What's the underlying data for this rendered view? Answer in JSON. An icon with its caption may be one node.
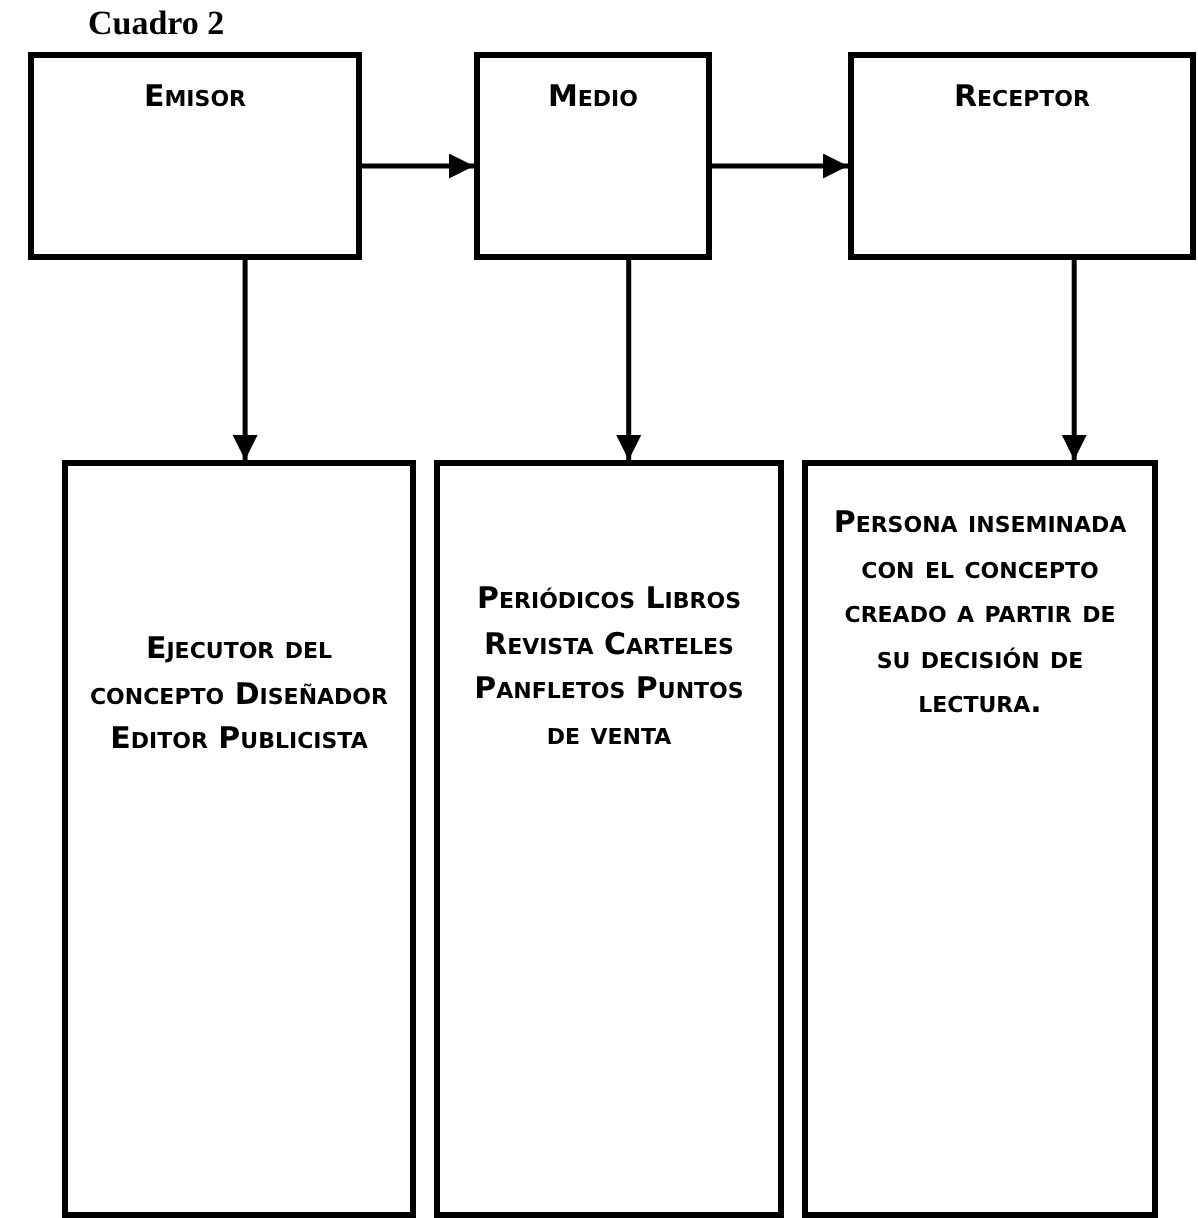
{
  "diagram": {
    "title": "Cuadro 2",
    "nodes": [
      {
        "text": [
          "Emisor"
        ]
      },
      {
        "text": [
          "Medio"
        ]
      },
      {
        "text": [
          "Receptor"
        ]
      },
      {
        "text": [
          "Ejecutor del concepto Diseñador Editor Publicista"
        ]
      },
      {
        "text": [
          "Periódicos Libros Revista Carteles Panfletos Puntos de venta"
        ]
      },
      {
        "text": [
          "Persona inseminada con el concepto creado a partir de su decisión de lectura."
        ]
      }
    ],
    "edges": [
      {
        "from": 0,
        "to": 1,
        "arrow": "to"
      },
      {
        "from": 1,
        "to": 2,
        "arrow": "to"
      },
      {
        "from": 0,
        "to": 3,
        "arrow": "to"
      },
      {
        "from": 1,
        "to": 4,
        "arrow": "to"
      },
      {
        "from": 2,
        "to": 5,
        "arrow": "to"
      }
    ]
  }
}
